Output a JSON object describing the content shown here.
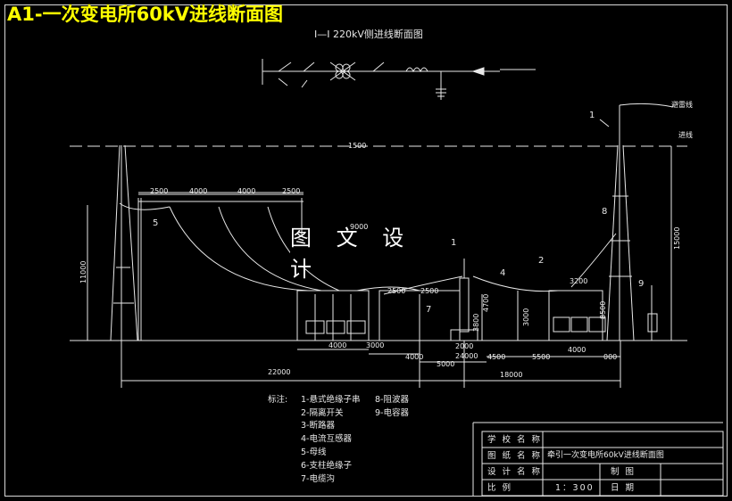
{
  "title": "A1-一次变电所60kV进线断面图",
  "subtitle": "I—I 220kV侧进线断面图",
  "watermark": "图 文 设 计",
  "labels": {
    "shield_wire": "避雷线",
    "incoming": "进线",
    "n1": "1",
    "n1b": "1",
    "n2": "2",
    "n4": "4",
    "n5": "5",
    "n7": "7",
    "n8": "8",
    "n9": "9"
  },
  "dimensions": {
    "d1500": "1500",
    "d2500a": "2500",
    "d4000a": "4000",
    "d4000b": "4000",
    "d2500b": "2500",
    "d9000": "9000",
    "d11000": "11000",
    "d15000": "15000",
    "d2500c": "2500",
    "d2500d": "2500",
    "d3200": "3200",
    "d4700": "4700",
    "d3000v": "3000",
    "d8500v": "8500",
    "d3800v": "3800",
    "d2000v": "2000",
    "d4000c": "4000",
    "d3000": "3000",
    "d4000d": "4000",
    "d5000": "5000",
    "d24000": "24000",
    "d4500": "4500",
    "d5500": "5500",
    "d4000e": "4000",
    "d000": "000",
    "d22000": "22000",
    "d18000": "18000"
  },
  "legend": {
    "heading": "标注:",
    "items": [
      "1-悬式绝缘子串",
      "2-隔离开关",
      "3-断路器",
      "4-电流互感器",
      "5-母线",
      "6-支柱绝缘子",
      "7-电缆沟"
    ],
    "items_right": [
      "8-阻波器",
      "9-电容器"
    ]
  },
  "title_block": {
    "school_label": "学 校 名 称",
    "drawing_label": "图 纸 名 称",
    "drawing_value": "牵引一次变电所60kV进线断面图",
    "design_label": "设 计 名 称",
    "draw_label": "制    图",
    "scale_label": "比    例",
    "scale_value": "1：300",
    "date_label": "日    期"
  }
}
